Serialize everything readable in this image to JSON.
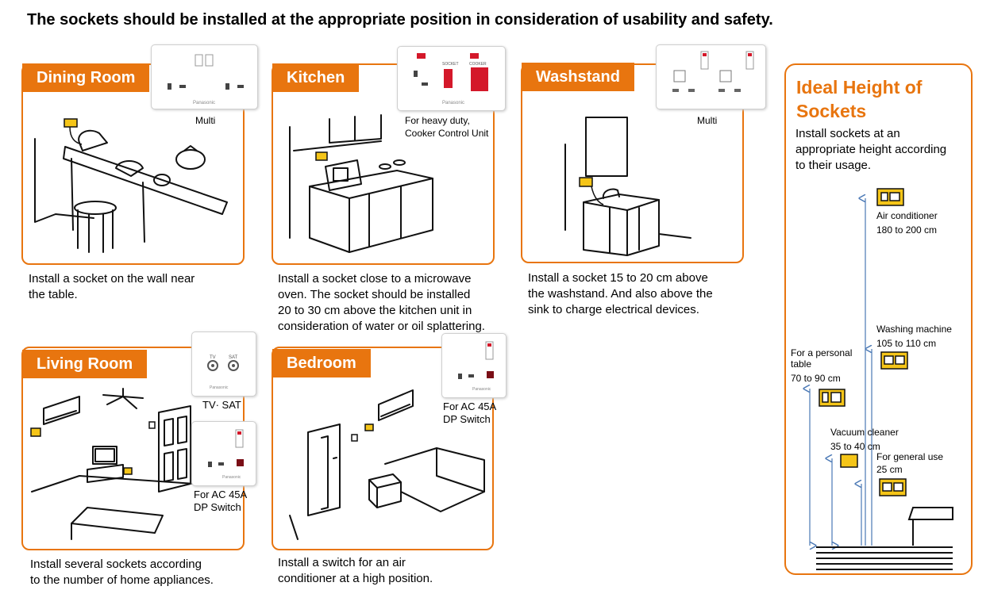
{
  "headline": "The sockets should be installed at the appropriate position in consideration of usability and safety.",
  "dining": {
    "title": "Dining Room",
    "plate_label": "Multi",
    "caption_line1": "Install a socket on the wall near",
    "caption_line2": "the table."
  },
  "kitchen": {
    "title": "Kitchen",
    "plate_text_left": "SOCKET",
    "plate_text_right": "COOKER",
    "plate_label_line1": "For heavy duty,",
    "plate_label_line2": "Cooker Control Unit",
    "caption_line1": "Install a socket close to a microwave",
    "caption_line2": "oven. The socket should be installed",
    "caption_line3": "20 to 30 cm above the kitchen unit in",
    "caption_line4": "consideration of water or oil splattering."
  },
  "washstand": {
    "title": "Washstand",
    "plate_label": "Multi",
    "caption_line1": "Install a socket 15 to 20 cm above",
    "caption_line2": "the washstand. And also above the",
    "caption_line3": "sink to charge electrical devices."
  },
  "living": {
    "title": "Living Room",
    "tv_plate_text_left": "TV",
    "tv_plate_text_right": "SAT",
    "tv_label": "TV· SAT",
    "dp_label_line1": "For AC 45A",
    "dp_label_line2": "DP Switch",
    "caption_line1": "Install several sockets according",
    "caption_line2": "to the number of home appliances."
  },
  "bedroom": {
    "title": "Bedroom",
    "dp_label_line1": "For AC 45A",
    "dp_label_line2": "DP Switch",
    "caption_line1": "Install a switch for an air",
    "caption_line2": "conditioner at a high position."
  },
  "brand": "Panasonic",
  "ideal": {
    "title_line1": "Ideal Height of",
    "title_line2": "Sockets",
    "desc_line1": "Install sockets at an",
    "desc_line2": "appropriate height according",
    "desc_line3": "to their usage.",
    "items": [
      {
        "name_line1": "Air conditioner",
        "name_line2": "",
        "range": "180 to 200 cm"
      },
      {
        "name_line1": "Washing machine",
        "name_line2": "",
        "range": "105 to 110 cm"
      },
      {
        "name_line1": "For a personal",
        "name_line2": "table",
        "range": "70 to 90 cm"
      },
      {
        "name_line1": "Vacuum cleaner",
        "name_line2": "",
        "range": "35 to 40 cm"
      },
      {
        "name_line1": "For general use",
        "name_line2": "",
        "range": "25 cm"
      }
    ]
  },
  "colors": {
    "accent": "#e8750f",
    "socket_yellow": "#f5c518",
    "switch_red": "#d4182a",
    "arrow_blue": "#4a78b5"
  }
}
